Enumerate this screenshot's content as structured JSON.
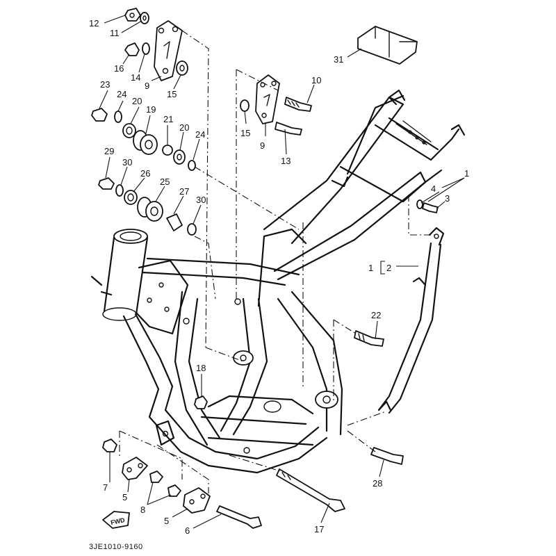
{
  "drawing_code": "3JE1010-9160",
  "fwd_label": "FWD",
  "callouts": {
    "p1a": "1",
    "p1b": "1",
    "p2": "2",
    "p3": "3",
    "p4": "4",
    "p5a": "5",
    "p5b": "5",
    "p6": "6",
    "p7": "7",
    "p8": "8",
    "p9a": "9",
    "p9b": "9",
    "p10": "10",
    "p11": "11",
    "p12": "12",
    "p13": "13",
    "p14": "14",
    "p15a": "15",
    "p15b": "15",
    "p16": "16",
    "p17": "17",
    "p18": "18",
    "p19": "19",
    "p20a": "20",
    "p20b": "20",
    "p21": "21",
    "p22": "22",
    "p23": "23",
    "p24a": "24",
    "p24b": "24",
    "p25": "25",
    "p26": "26",
    "p27": "27",
    "p28": "28",
    "p29": "29",
    "p30a": "30",
    "p30b": "30",
    "p31": "31"
  }
}
